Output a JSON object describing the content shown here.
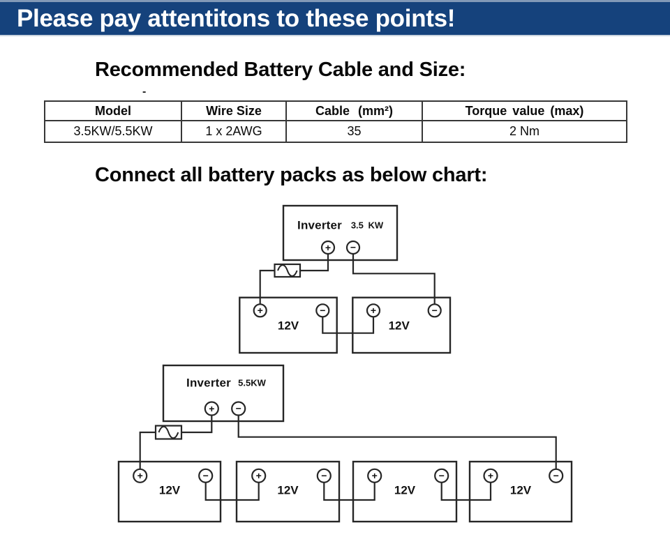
{
  "banner": {
    "title": "Please pay attentitons to these points!",
    "bg_color": "#15427c",
    "top_strip_color": "#8299b7",
    "text_color": "#ffffff"
  },
  "headings": {
    "cable_size": "Recommended Battery Cable and Size:",
    "connect_packs": "Connect all battery packs as below chart:"
  },
  "stray_mark": "-",
  "cable_table": {
    "headers": [
      "Model",
      "Wire Size",
      "Cable (mm²)",
      "Torque value (max)"
    ],
    "rows": [
      [
        "3.5KW/5.5KW",
        "1 x 2AWG",
        "35",
        "2 Nm"
      ]
    ]
  },
  "symbols": {
    "plus": "+",
    "minus": "−"
  },
  "diagram1": {
    "inverter": {
      "name": "Inverter",
      "rating": "3.5 KW"
    },
    "batteries": [
      {
        "label": "12V"
      },
      {
        "label": "12V"
      }
    ]
  },
  "diagram2": {
    "inverter": {
      "name": "Inverter",
      "rating": "5.5KW"
    },
    "batteries": [
      {
        "label": "12V"
      },
      {
        "label": "12V"
      },
      {
        "label": "12V"
      },
      {
        "label": "12V"
      }
    ]
  },
  "line_color": "#262626"
}
